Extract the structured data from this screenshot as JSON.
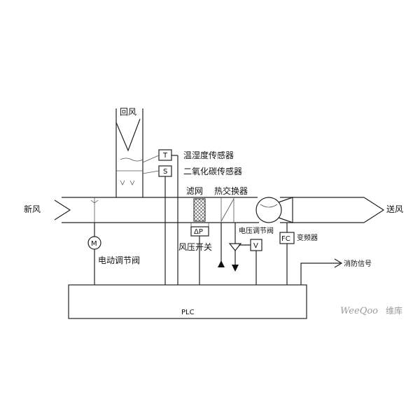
{
  "labels": {
    "return_air": "回风",
    "temp_humidity_sensor": "温湿度传感器",
    "co2_sensor": "二氧化碳传感器",
    "filter": "滤网",
    "heat_exchanger": "热交换器",
    "fresh_air": "新风",
    "supply_air": "送风",
    "electric_damper": "电动调节阀",
    "pressure_switch": "风压开关",
    "voltage_valve": "电压调节阀",
    "inverter": "变频器",
    "fire_signal": "消防信号",
    "plc": "PLC"
  },
  "symbols": {
    "temp_sensor": "T",
    "co2_sensor": "S",
    "valve": "V",
    "inverter": "FC",
    "damper": "M",
    "pressure": "ΔP"
  },
  "watermark": {
    "brand": "WeeQoo",
    "suffix": "维库"
  }
}
